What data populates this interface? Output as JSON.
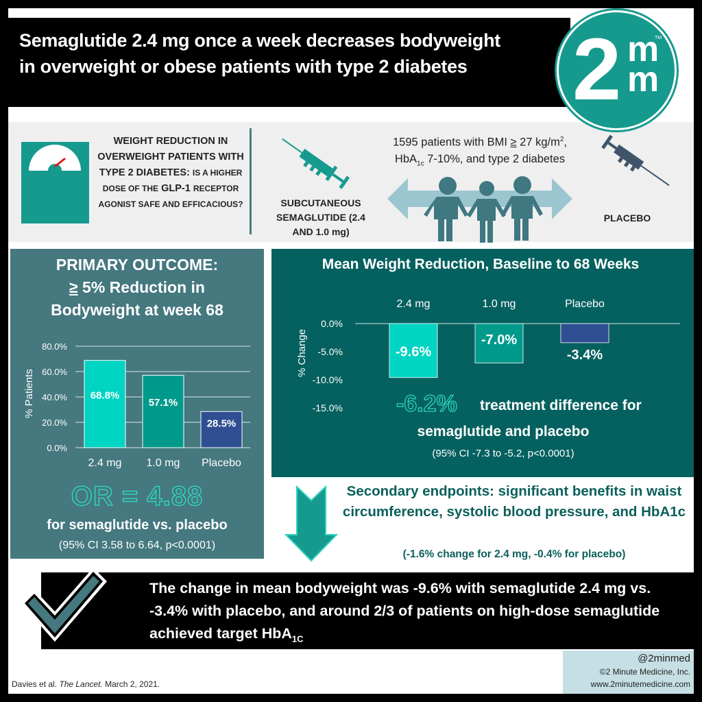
{
  "header": {
    "title_line1": "Semaglutide 2.4 mg once a week decreases bodyweight",
    "title_line2": "in overweight or obese patients with type 2 diabetes",
    "logo": {
      "digit": "2",
      "m_top": "m",
      "m_bottom": "m",
      "tm": "TM"
    }
  },
  "study": {
    "question_big": "WEIGHT REDUCTION IN OVERWEIGHT PATIENTS WITH TYPE 2 DIABETES:",
    "question_small_1": "IS A HIGHER DOSE OF THE",
    "question_big_2": "GLP-1",
    "question_small_2": "RECEPTOR AGONIST SAFE AND EFFICACIOUS?",
    "criteria_line1_pre": "1595 patients with BMI ",
    "criteria_ge": "≥",
    "criteria_line1_post": " 27 kg/m",
    "criteria_sup": "2",
    "criteria_comma": ",",
    "criteria_line2_pre": "HbA",
    "criteria_line2_sub": "1c",
    "criteria_line2_post": " 7-10%, and type 2 diabetes",
    "treatment_label": "SUBCUTANEOUS SEMAGLUTIDE (2.4 AND 1.0 mg)",
    "placebo_label": "PLACEBO"
  },
  "primary": {
    "title_line1": "PRIMARY OUTCOME:",
    "title_ge": "≥",
    "title_line2": " 5% Reduction in",
    "title_line3": "Bodyweight at week 68",
    "or_value": "OR = 4.88",
    "or_sub": "for semaglutide vs. placebo",
    "or_ci": "(95% CI 3.58 to 6.64, p<0.0001)"
  },
  "mean_weight": {
    "title": "Mean Weight Reduction, Baseline to 68 Weeks",
    "diff_value": "-6.2%",
    "diff_text1": "treatment difference for",
    "diff_text2": "semaglutide and placebo",
    "diff_ci": "(95% CI -7.3 to -5.2, p<0.0001)"
  },
  "secondary": {
    "text": "Secondary endpoints: significant benefits in waist circumference, systolic blood pressure, and HbA1c",
    "sub": "(-1.6% change for 2.4 mg, -0.4% for placebo)"
  },
  "conclusion": {
    "text": "The change in mean bodyweight was -9.6% with semaglutide 2.4 mg vs. -3.4% with placebo, and around 2/3 of patients on high-dose semaglutide achieved target HbA",
    "sub": "1C"
  },
  "footer": {
    "citation_authors": "Davies et al. ",
    "citation_journal": "The Lancet.",
    "citation_date": "  March 2, 2021.",
    "handle": "@2minmed",
    "company": "©2 Minute Medicine, Inc.",
    "url": "www.2minutemedicine.com"
  },
  "colors": {
    "teal": "#169a8e",
    "bright_teal": "#00d4c2",
    "mid_teal": "#009a8c",
    "navy": "#2f4f92",
    "slate": "#45787f",
    "dark_teal": "#05615f",
    "red_needle": "#e01b1b",
    "people": "#3f7881",
    "arrow_light": "#9cc6cf"
  },
  "chart_data": [
    {
      "type": "bar",
      "title": "PRIMARY OUTCOME: ≥ 5% Reduction in Bodyweight at week 68",
      "categories": [
        "2.4 mg",
        "1.0 mg",
        "Placebo"
      ],
      "values": [
        68.8,
        57.1,
        28.5
      ],
      "value_labels": [
        "68.8%",
        "57.1%",
        "28.5%"
      ],
      "ylabel": "% Patients",
      "xlabel": "",
      "yticks": [
        "0.0%",
        "20.0%",
        "40.0%",
        "60.0%",
        "80.0%"
      ],
      "ylim": [
        0,
        80
      ],
      "grid": true,
      "bar_colors": [
        "#00d4c2",
        "#009a8c",
        "#2f4f92"
      ]
    },
    {
      "type": "bar",
      "title": "Mean Weight Reduction, Baseline to 68 Weeks",
      "categories": [
        "2.4 mg",
        "1.0 mg",
        "Placebo"
      ],
      "values": [
        -9.6,
        -7.0,
        -3.4
      ],
      "value_labels": [
        "-9.6%",
        "-7.0%",
        "-3.4%"
      ],
      "ylabel": "% Change",
      "xlabel": "",
      "yticks": [
        "0.0%",
        "-5.0%",
        "-10.0%",
        "-15.0%"
      ],
      "ylim": [
        -15,
        0
      ],
      "grid": false,
      "bar_colors": [
        "#00d4c2",
        "#009a8c",
        "#2f4f92"
      ]
    }
  ]
}
